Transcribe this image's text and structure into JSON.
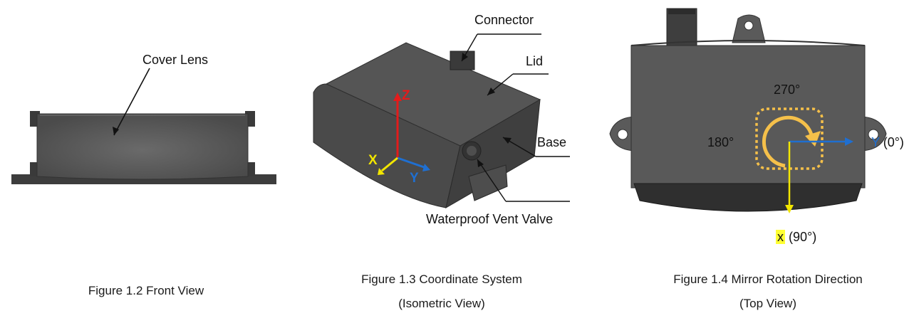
{
  "figures": [
    {
      "caption_lines": [
        "Figure 1.2 Front View"
      ],
      "labels": {
        "cover_lens": "Cover Lens"
      }
    },
    {
      "caption_lines": [
        "Figure 1.3 Coordinate System",
        "(Isometric View)"
      ],
      "labels": {
        "connector": "Connector",
        "lid": "Lid",
        "base": "Base",
        "vent_valve": "Waterproof Vent Valve",
        "axis_z": "Z",
        "axis_x": "X",
        "axis_y": "Y"
      }
    },
    {
      "caption_lines": [
        "Figure 1.4 Mirror Rotation Direction",
        "(Top View)"
      ],
      "labels": {
        "deg_270": "270°",
        "deg_180": "180°",
        "axis_y_letter": "Y",
        "axis_y_angle": "(0°)",
        "axis_x_letter": "x",
        "axis_x_angle": "(90°)"
      }
    }
  ],
  "colors": {
    "axis_red": "#e31b1b",
    "axis_blue": "#1f6fd1",
    "axis_yellow": "#f2e600",
    "rotation_orange": "#f5c04a",
    "device_dark": "#4a4a4a",
    "device_mid": "#5d5d5d",
    "highlight_yellow": "#ffff33"
  },
  "icons": {
    "rotation_arrow": "clockwise-circular-arrow"
  }
}
